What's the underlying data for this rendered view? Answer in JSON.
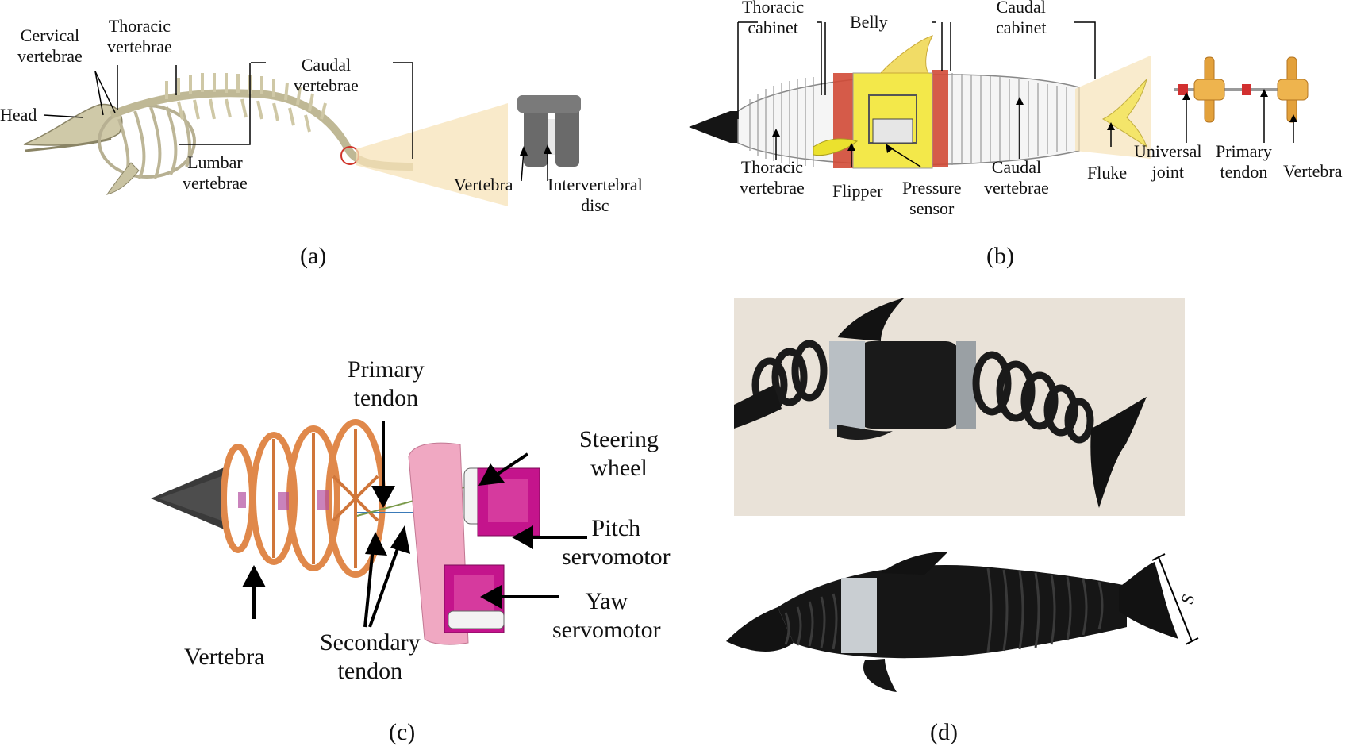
{
  "panel_a": {
    "caption": "(a)",
    "labels": {
      "head": "Head",
      "cervical": "Cervical\nvertebrae",
      "thoracic": "Thoracic\nvertebrae",
      "lumbar": "Lumbar\nvertebrae",
      "caudal": "Caudal\nvertebrae",
      "vertebra": "Vertebra",
      "disc": "Intervertebral\ndisc"
    }
  },
  "panel_b": {
    "caption": "(b)",
    "labels": {
      "thoracic_cabinet": "Thoracic\ncabinet",
      "belly": "Belly",
      "caudal_cabinet": "Caudal\ncabinet",
      "thoracic_vertebrae": "Thoracic\nvertebrae",
      "flipper": "Flipper",
      "pressure_sensor": "Pressure\nsensor",
      "caudal_vertebrae": "Caudal\nvertebrae",
      "fluke": "Fluke",
      "universal_joint": "Universal\njoint",
      "primary_tendon": "Primary\ntendon",
      "vertebra": "Vertebra"
    }
  },
  "panel_c": {
    "caption": "(c)",
    "labels": {
      "primary_tendon": "Primary\ntendon",
      "steering_wheel": "Steering\nwheel",
      "pitch_servo": "Pitch\nservomotor",
      "yaw_servo": "Yaw\nservomotor",
      "vertebra": "Vertebra",
      "secondary_tendon": "Secondary\ntendon"
    }
  },
  "panel_d": {
    "caption": "(d)",
    "labels": {
      "span": "S"
    }
  },
  "colors": {
    "bone": "#d8d2b4",
    "orange": "#e39a45",
    "yellow": "#f2e64a",
    "red": "#c83a2a",
    "pink": "#f0a8c2",
    "magenta": "#c4148c",
    "black_skin": "#141414"
  }
}
